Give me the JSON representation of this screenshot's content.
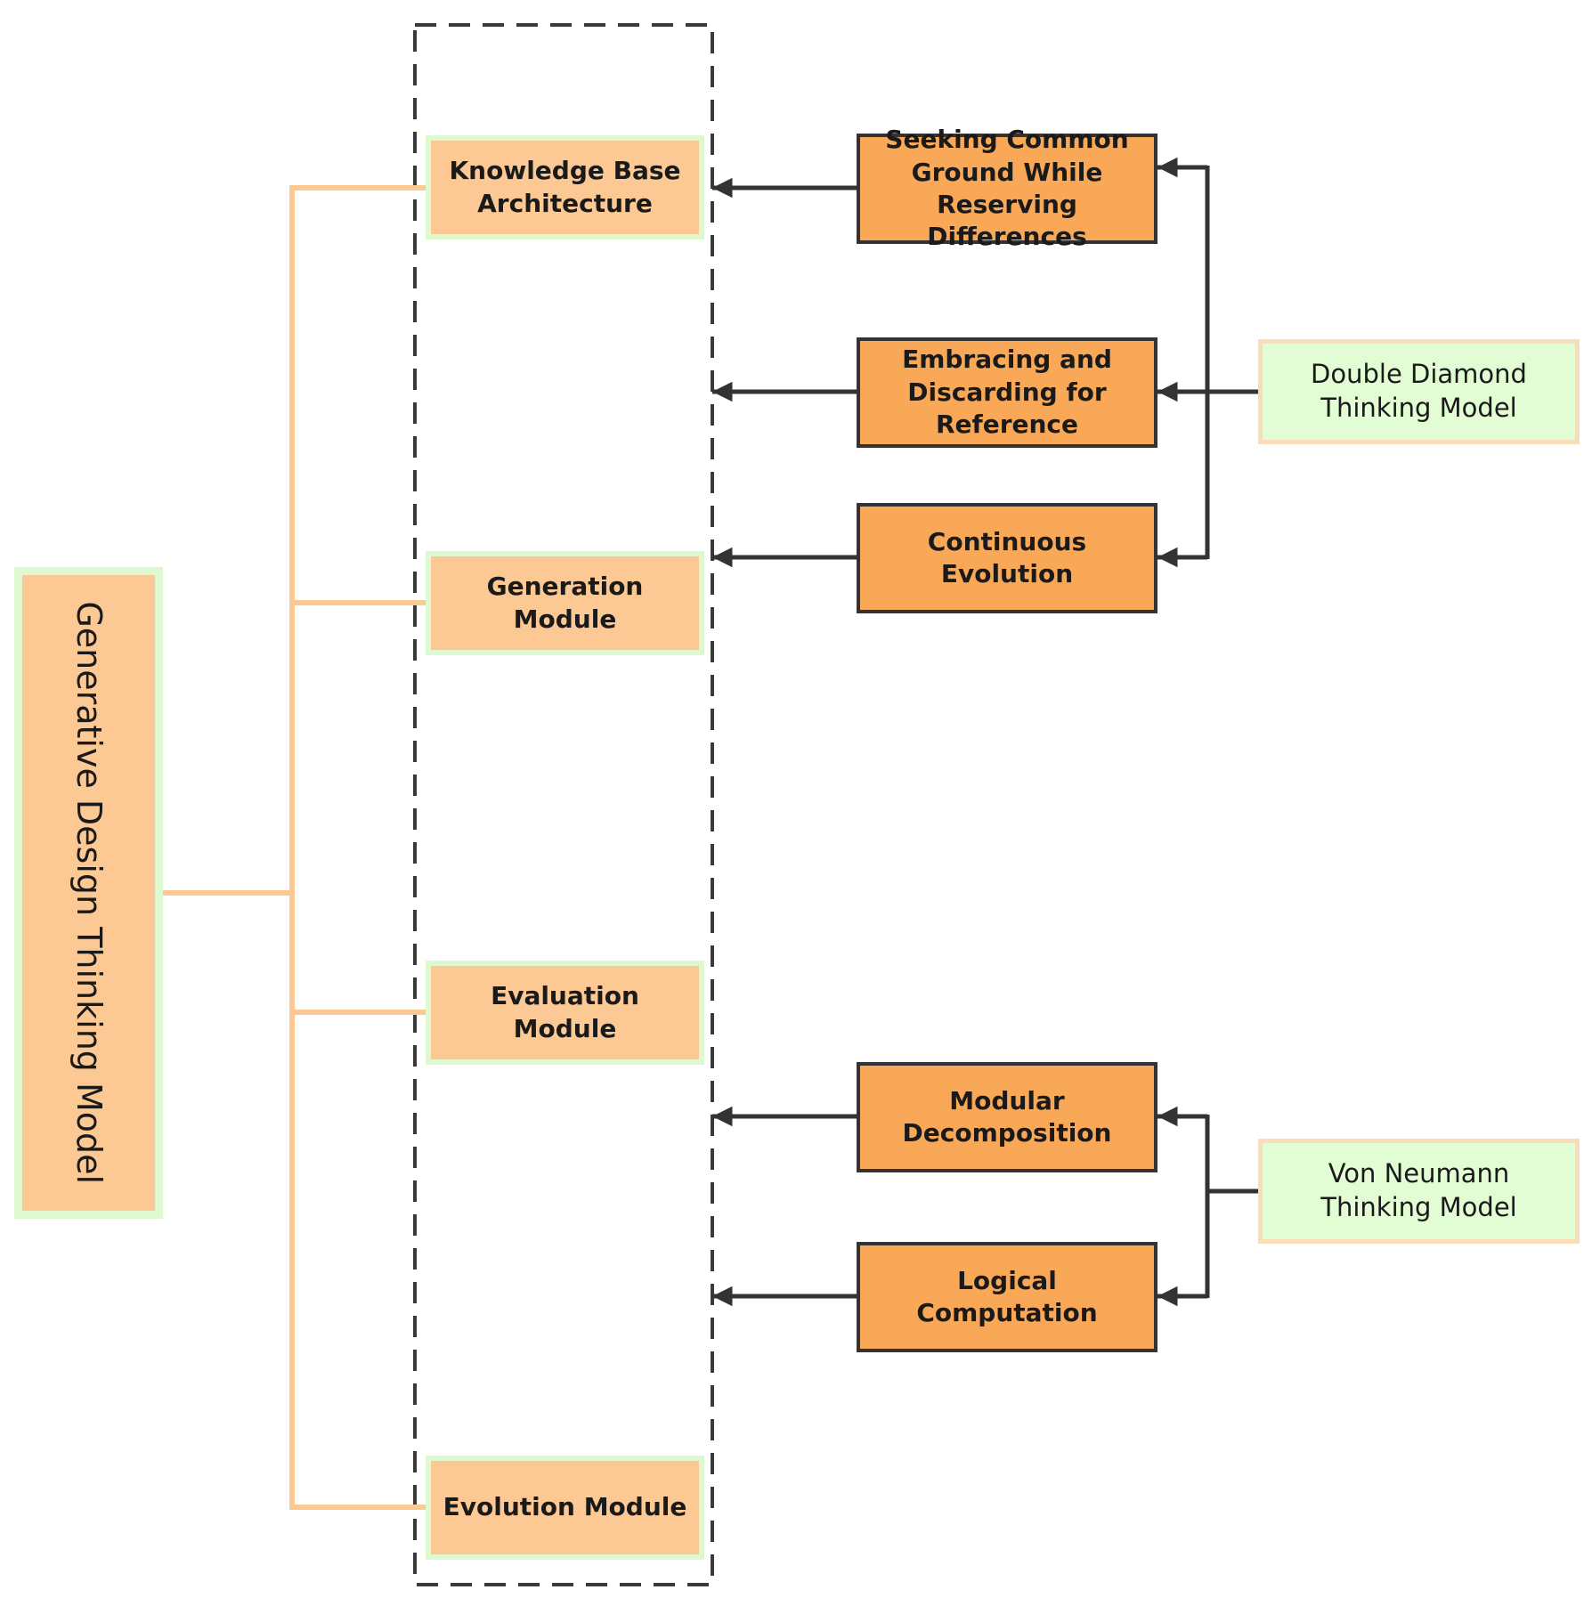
{
  "colors": {
    "root_fill": "#fcc994",
    "module_fill": "#fcc994",
    "method_fill": "#f9a857",
    "source_fill": "#e2fcd4",
    "green_border": "#def8cf",
    "peach_line": "#fcc994",
    "dark_line": "#333333"
  },
  "root": {
    "label": "Generative Design Thinking Model"
  },
  "modules": [
    {
      "label": "Knowledge Base Architecture"
    },
    {
      "label": "Generation Module"
    },
    {
      "label": "Evaluation Module"
    },
    {
      "label": "Evolution Module"
    }
  ],
  "methods": [
    {
      "label": "Seeking Common Ground While Reserving Differences"
    },
    {
      "label": "Embracing and Discarding for Reference"
    },
    {
      "label": "Continuous Evolution"
    },
    {
      "label": "Modular Decomposition"
    },
    {
      "label": "Logical Computation"
    }
  ],
  "sources": [
    {
      "label": "Double Diamond Thinking Model"
    },
    {
      "label": "Von Neumann Thinking Model"
    }
  ]
}
